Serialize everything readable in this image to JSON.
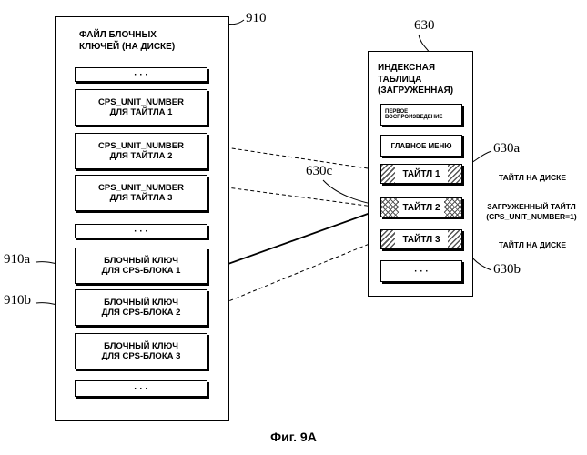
{
  "refs": {
    "r910": "910",
    "r630": "630",
    "r630a": "630a",
    "r630b": "630b",
    "r630c": "630c",
    "r910a": "910a",
    "r910b": "910b"
  },
  "key_file": {
    "title": "ФАЙЛ БЛОЧНЫХ\nКЛЮЧЕЙ (НА ДИСКЕ)",
    "cells": [
      "· · ·",
      "CPS_UNIT_NUMBER\nДЛЯ ТАЙТЛА  1",
      "CPS_UNIT_NUMBER\nДЛЯ ТАЙТЛА  2",
      "CPS_UNIT_NUMBER\nДЛЯ ТАЙТЛА  3",
      "· · ·",
      "БЛОЧНЫЙ КЛЮЧ\nДЛЯ CPS-БЛОКА  1",
      "БЛОЧНЫЙ КЛЮЧ\nДЛЯ CPS-БЛОКА  2",
      "БЛОЧНЫЙ КЛЮЧ\nДЛЯ CPS-БЛОКА  3",
      "· · ·"
    ]
  },
  "index_table": {
    "title": "ИНДЕКСНАЯ\nТАБЛИЦА\n(ЗАГРУЖЕННАЯ)",
    "first_play": "ПЕРВОЕ\nВОСПРОИЗВЕДЕНИЕ",
    "main_menu": "ГЛАВНОЕ МЕНЮ",
    "title1": "ТАЙТЛ  1",
    "title2": "ТАЙТЛ  2",
    "title3": "ТАЙТЛ  3",
    "dots": "· · ·"
  },
  "annotations": {
    "title_on_disc_1": "ТАЙТЛ НА ДИСКЕ",
    "loaded_title": "ЗАГРУЖЕННЫЙ ТАЙТЛ\n(CPS_UNIT_NUMBER=1)",
    "title_on_disc_2": "ТАЙТЛ НА ДИСКЕ"
  },
  "caption": "Фиг.  9A"
}
